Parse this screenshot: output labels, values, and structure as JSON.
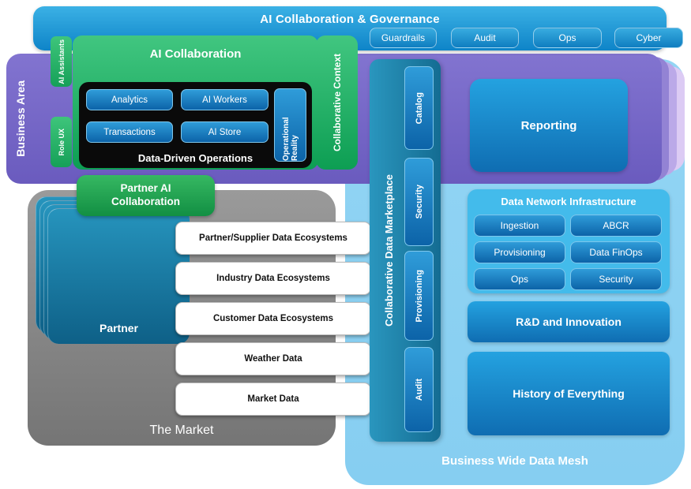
{
  "governance": {
    "title": "AI Collaboration & Governance",
    "buttons": [
      "Guardrails",
      "Audit",
      "Ops",
      "Cyber"
    ]
  },
  "business_area": {
    "label": "Business Area",
    "ai_assistants_label": "AI Assistants",
    "role_ux_label": "Role UX",
    "collaborative_context_label": "Collaborative Context",
    "ai_collaboration": {
      "title": "AI Collaboration",
      "data_driven_operations": {
        "title": "Data-Driven Operations",
        "buttons": [
          "Analytics",
          "AI Workers",
          "Transactions",
          "AI Store"
        ],
        "operational_reality_label": "Operational Reality"
      }
    }
  },
  "partner_ai_collaboration_label": "Partner AI Collaboration",
  "market": {
    "label": "The Market",
    "partner_label": "Partner",
    "ecosystems": [
      "Partner/Supplier Data Ecosystems",
      "Industry Data Ecosystems",
      "Customer Data Ecosystems",
      "Weather Data",
      "Market Data"
    ]
  },
  "data_mesh": {
    "label": "Business Wide Data Mesh",
    "marketplace": {
      "title": "Collaborative Data Marketplace",
      "buttons": [
        "Catalog",
        "Security",
        "Provisioning",
        "Audit"
      ]
    },
    "reporting_label": "Reporting",
    "network_infrastructure": {
      "title": "Data Network Infrastructure",
      "buttons": [
        "Ingestion",
        "ABCR",
        "Provisioning",
        "Data FinOps",
        "Ops",
        "Security"
      ]
    },
    "rnd_label": "R&D and Innovation",
    "history_label": "History of Everything"
  },
  "colors": {
    "banner_blue": "#1E97D6",
    "purple": "#7568C8",
    "green": "#22AC5F",
    "teal": "#1B7FA6",
    "gray": "#8A8A8A",
    "mesh_blue": "#8ED2F3",
    "button_blue": "#1878BE",
    "infra_panel_blue": "#43BBEB",
    "black_panel": "#0A0A0A"
  }
}
